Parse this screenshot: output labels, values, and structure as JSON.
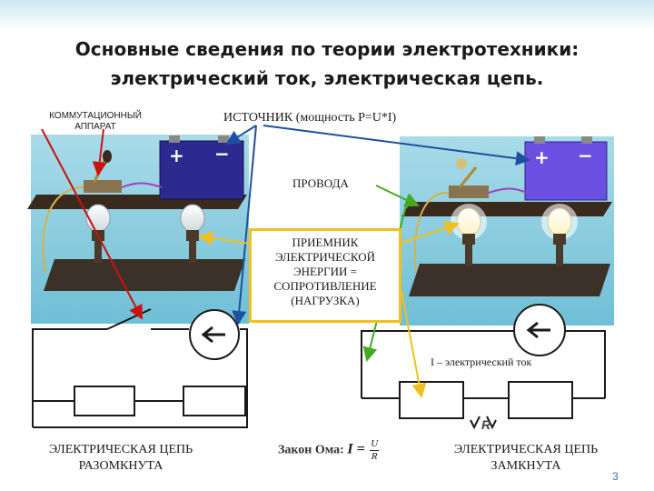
{
  "title": "Основные сведения по теории электротехники: электрический ток, электрическая цепь.",
  "labels": {
    "switch": "КОММУТАЦИОННЫЙ АППАРАТ",
    "source": "ИСТОЧНИК (мощность P=U*I)",
    "wires": "ПРОВОДА",
    "receiver": [
      "ПРИЕМНИК",
      "ЭЛЕКТРИЧЕСКОЙ",
      "ЭНЕРГИИ =",
      "СОПРОТИВЛЕНИЕ",
      "(НАГРУЗКА)"
    ],
    "circuit_open": "ЭЛЕКТРИЧЕСКАЯ ЦЕПЬ РАЗОМКНУТА",
    "circuit_closed": "ЭЛЕКТРИЧЕСКАЯ ЦЕПЬ ЗАМКНУТА",
    "current": "I – электрический ток",
    "resistance": "R"
  },
  "ohm": {
    "label": "Закон Ома:",
    "lhs": "I =",
    "numerator": "U",
    "denominator": "R"
  },
  "battery_signs": {
    "plus": "+",
    "minus": "−"
  },
  "page_number": "3",
  "colors": {
    "title_band": "#cfe7f2",
    "battery_left": "#2c2a8f",
    "battery_right": "#6b4fe0",
    "board": "#3a2a1e",
    "arrow_switch": "#cc1111",
    "arrow_source": "#1e4fa0",
    "arrow_wires": "#44aa22",
    "arrow_receiver": "#f0c020",
    "receiver_border": "#f0c020",
    "page_number": "#2a6fb0"
  }
}
